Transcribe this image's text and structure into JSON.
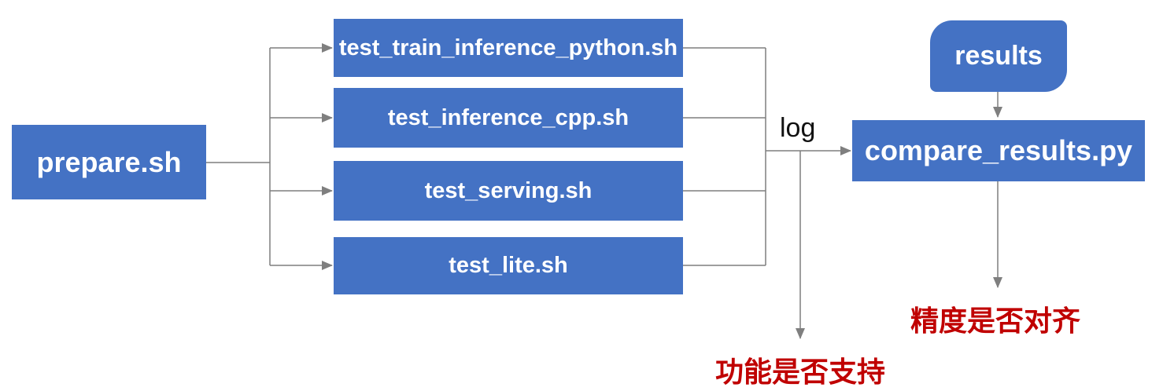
{
  "diagram": {
    "nodes": {
      "prepare": {
        "label": "prepare.sh"
      },
      "test_scripts": [
        {
          "label": "test_train_inference_python.sh"
        },
        {
          "label": "test_inference_cpp.sh"
        },
        {
          "label": "test_serving.sh"
        },
        {
          "label": "test_lite.sh"
        }
      ],
      "results": {
        "label": "results"
      },
      "compare": {
        "label": "compare_results.py"
      }
    },
    "edge_labels": {
      "log": "log"
    },
    "annotations": {
      "function_support": "功能是否支持",
      "precision_aligned": "精度是否对齐"
    },
    "colors": {
      "node_fill": "#4472C4",
      "node_text": "#FFFFFF",
      "connector": "#7F7F7F",
      "annotation_text": "#C00000",
      "edge_label_text": "#111111",
      "background": "#FFFFFF"
    }
  }
}
